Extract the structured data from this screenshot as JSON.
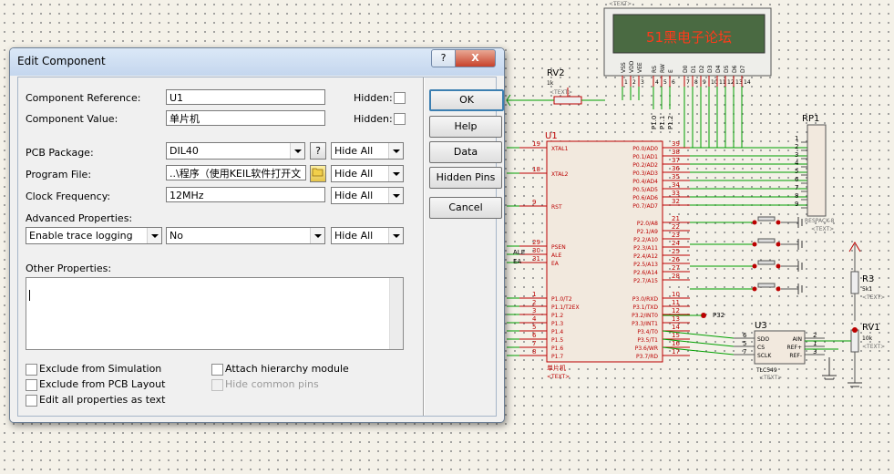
{
  "dialog": {
    "title": "Edit Component",
    "title_help": "?",
    "title_close": "X",
    "fields": {
      "component_reference": {
        "label": "Component Reference:",
        "value": "U1",
        "hidden_label": "Hidden:"
      },
      "component_value": {
        "label": "Component Value:",
        "value": "单片机",
        "hidden_label": "Hidden:"
      },
      "pcb_package": {
        "label": "PCB Package:",
        "value": "DIL40",
        "help": "?",
        "visibility": "Hide All"
      },
      "program_file": {
        "label": "Program File:",
        "value": "..\\程序（使用KEIL软件打开文",
        "visibility": "Hide All"
      },
      "clock_frequency": {
        "label": "Clock Frequency:",
        "value": "12MHz",
        "visibility": "Hide All"
      },
      "advanced": {
        "label": "Advanced Properties:",
        "property": "Enable trace logging",
        "value": "No",
        "visibility": "Hide All"
      },
      "other": {
        "label": "Other Properties:"
      }
    },
    "checkboxes": {
      "exclude_simulation": "Exclude from Simulation",
      "exclude_pcb": "Exclude from PCB Layout",
      "edit_all_text": "Edit all properties as text",
      "attach_hierarchy": "Attach hierarchy module",
      "hide_common_pins": "Hide common pins"
    },
    "buttons": {
      "ok": "OK",
      "help": "Help",
      "data": "Data",
      "hidden_pins": "Hidden Pins",
      "cancel": "Cancel"
    }
  },
  "schematic": {
    "lcd_top_text": "<TEXT>",
    "lcd_text": "51黑电子论坛",
    "lcd_pins": [
      "VSS",
      "VDD",
      "VEE",
      "RS",
      "RW",
      "E",
      "D0",
      "D1",
      "D2",
      "D3",
      "D4",
      "D5",
      "D6",
      "D7"
    ],
    "lcd_pin_nums": [
      "1",
      "2",
      "3",
      "4",
      "5",
      "6",
      "7",
      "8",
      "9",
      "10",
      "11",
      "12",
      "13",
      "14"
    ],
    "rv2_label": "RV2",
    "rv2_value": "1k",
    "rv2_text": "<TEXT>",
    "p1_pins": [
      "P1.0",
      "P1.1",
      "P1.2"
    ],
    "u1_label": "U1",
    "u1_value": "单片机",
    "u1_text": "<TEXT>",
    "u1_left_pins": [
      {
        "num": "19",
        "name": "XTAL1"
      },
      {
        "num": "18",
        "name": "XTAL2"
      },
      {
        "num": "9",
        "name": "RST"
      },
      {
        "num": "29",
        "name": "PSEN"
      },
      {
        "num": "30",
        "name": "ALE"
      },
      {
        "num": "31",
        "name": "EA"
      },
      {
        "num": "1",
        "name": "P1.0/T2"
      },
      {
        "num": "2",
        "name": "P1.1/T2EX"
      },
      {
        "num": "3",
        "name": "P1.2"
      },
      {
        "num": "4",
        "name": "P1.3"
      },
      {
        "num": "5",
        "name": "P1.4"
      },
      {
        "num": "6",
        "name": "P1.5"
      },
      {
        "num": "7",
        "name": "P1.6"
      },
      {
        "num": "8",
        "name": "P1.7"
      }
    ],
    "u1_right_pins": [
      {
        "num": "39",
        "name": "P0.0/AD0"
      },
      {
        "num": "38",
        "name": "P0.1/AD1"
      },
      {
        "num": "37",
        "name": "P0.2/AD2"
      },
      {
        "num": "36",
        "name": "P0.3/AD3"
      },
      {
        "num": "35",
        "name": "P0.4/AD4"
      },
      {
        "num": "34",
        "name": "P0.5/AD5"
      },
      {
        "num": "33",
        "name": "P0.6/AD6"
      },
      {
        "num": "32",
        "name": "P0.7/AD7"
      },
      {
        "num": "21",
        "name": "P2.0/A8"
      },
      {
        "num": "22",
        "name": "P2.1/A9"
      },
      {
        "num": "23",
        "name": "P2.2/A10"
      },
      {
        "num": "24",
        "name": "P2.3/A11"
      },
      {
        "num": "25",
        "name": "P2.4/A12"
      },
      {
        "num": "26",
        "name": "P2.5/A13"
      },
      {
        "num": "27",
        "name": "P2.6/A14"
      },
      {
        "num": "28",
        "name": "P2.7/A15"
      },
      {
        "num": "10",
        "name": "P3.0/RXD"
      },
      {
        "num": "11",
        "name": "P3.1/TXD"
      },
      {
        "num": "12",
        "name": "P3.2/INT0"
      },
      {
        "num": "13",
        "name": "P3.3/INT1"
      },
      {
        "num": "14",
        "name": "P3.4/T0"
      },
      {
        "num": "15",
        "name": "P3.5/T1"
      },
      {
        "num": "16",
        "name": "P3.6/WR"
      },
      {
        "num": "17",
        "name": "P3.7/RD"
      }
    ],
    "ale_label": "ALE",
    "ea_label": "EA",
    "p32_label": "P32",
    "rp1_label": "RP1",
    "rp1_value": "RESPACK-8",
    "rp1_text": "<TEXT>",
    "rp1_pins": [
      "1",
      "2",
      "3",
      "4",
      "5",
      "6",
      "7",
      "8",
      "9"
    ],
    "u3_label": "U3",
    "u3_value": "TLC549",
    "u3_text": "<TEXT>",
    "u3_left_pins": [
      {
        "num": "6",
        "name": "SDO"
      },
      {
        "num": "5",
        "name": "CS"
      },
      {
        "num": "7",
        "name": "SCLK"
      }
    ],
    "u3_right_pins": [
      {
        "num": "2",
        "name": "AIN"
      },
      {
        "num": "1",
        "name": "REF+"
      },
      {
        "num": "3",
        "name": "REF-"
      }
    ],
    "r3_label": "R3",
    "r3_value": "5k1",
    "r3_text": "<TEXT>",
    "rv1_label": "RV1",
    "rv1_value": "10k",
    "rv1_text": "<TEXT>"
  }
}
